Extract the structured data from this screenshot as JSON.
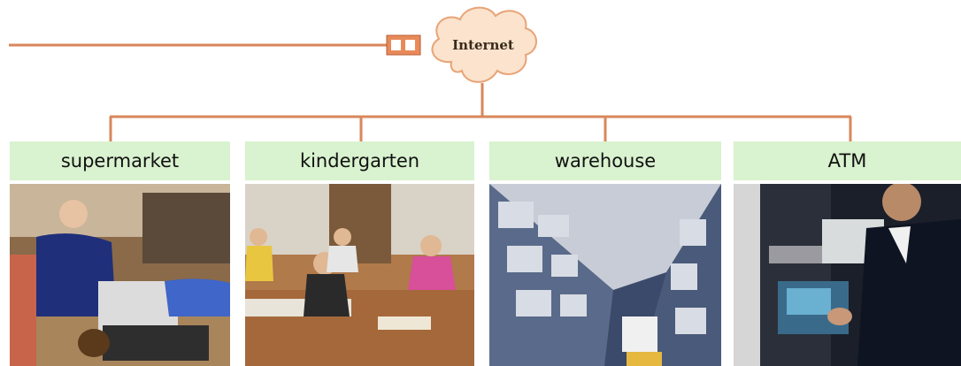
{
  "network": {
    "cloud_label": "Internet"
  },
  "nodes": [
    {
      "label": "supermarket",
      "icon": "supermarket-photo"
    },
    {
      "label": "kindergarten",
      "icon": "classroom-photo"
    },
    {
      "label": "warehouse",
      "icon": "warehouse-photo"
    },
    {
      "label": "ATM",
      "icon": "atm-photo"
    }
  ],
  "colors": {
    "line": "#d9875a",
    "cloud_fill": "#fbe3cd",
    "label_fill": "#d9f2cf"
  }
}
